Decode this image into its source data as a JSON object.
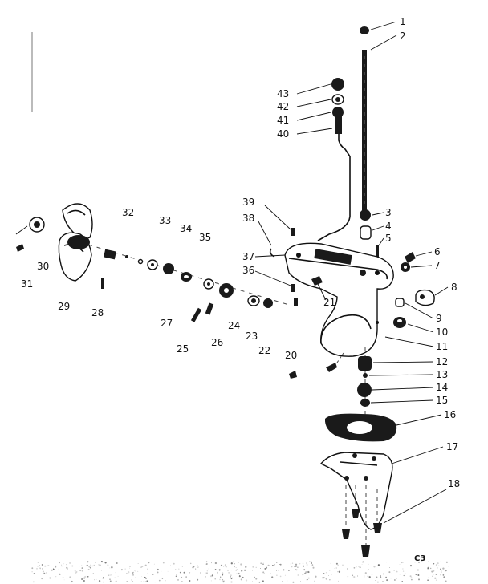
{
  "corner_code": "C3",
  "labels": {
    "p1": "1",
    "p2": "2",
    "p3": "3",
    "p4": "4",
    "p5": "5",
    "p6": "6",
    "p7": "7",
    "p8": "8",
    "p9": "9",
    "p10": "10",
    "p11": "11",
    "p12": "12",
    "p13": "13",
    "p14": "14",
    "p15": "15",
    "p16": "16",
    "p17": "17",
    "p18": "18",
    "p20": "20",
    "p21": "21",
    "p22": "22",
    "p23": "23",
    "p24": "24",
    "p25": "25",
    "p26": "26",
    "p27": "27",
    "p28": "28",
    "p29": "29",
    "p30": "30",
    "p31": "31",
    "p32": "32",
    "p33": "33",
    "p34": "34",
    "p35": "35",
    "p36": "36",
    "p37": "37",
    "p38": "38",
    "p39": "39",
    "p40": "40",
    "p41": "41",
    "p42": "42",
    "p43": "43"
  }
}
